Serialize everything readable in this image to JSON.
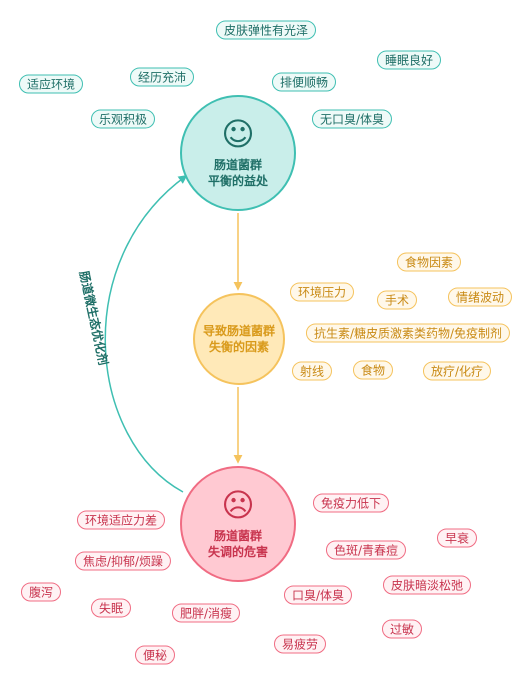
{
  "center": {
    "good": {
      "face": "☺",
      "line1": "肠道菌群",
      "line2": "平衡的益处"
    },
    "cause": {
      "line1": "导致肠道菌群",
      "line2": "失衡的因素"
    },
    "bad": {
      "face": "☹",
      "line1": "肠道菌群",
      "line2": "失调的危害"
    }
  },
  "arc_label": "肠道微生态优化剂",
  "benefits": [
    "皮肤弹性有光泽",
    "睡眠良好",
    "适应环境",
    "经历充沛",
    "排便顺畅",
    "乐观积极",
    "无口臭/体臭"
  ],
  "causes": [
    "食物因素",
    "环境压力",
    "手术",
    "情绪波动",
    "抗生素/糖皮质激素类药物/免疫制剂",
    "射线",
    "食物",
    "放疗/化疗"
  ],
  "harms": [
    "免疫力低下",
    "环境适应力差",
    "早衰",
    "色斑/青春痘",
    "焦虑/抑郁/烦躁",
    "皮肤暗淡松弛",
    "腹泻",
    "口臭/体臭",
    "失眠",
    "肥胖/消瘦",
    "过敏",
    "易疲劳",
    "便秘"
  ],
  "colors": {
    "teal": "#3fbfb2",
    "orange": "#f5c35d",
    "pink": "#f06c83"
  }
}
